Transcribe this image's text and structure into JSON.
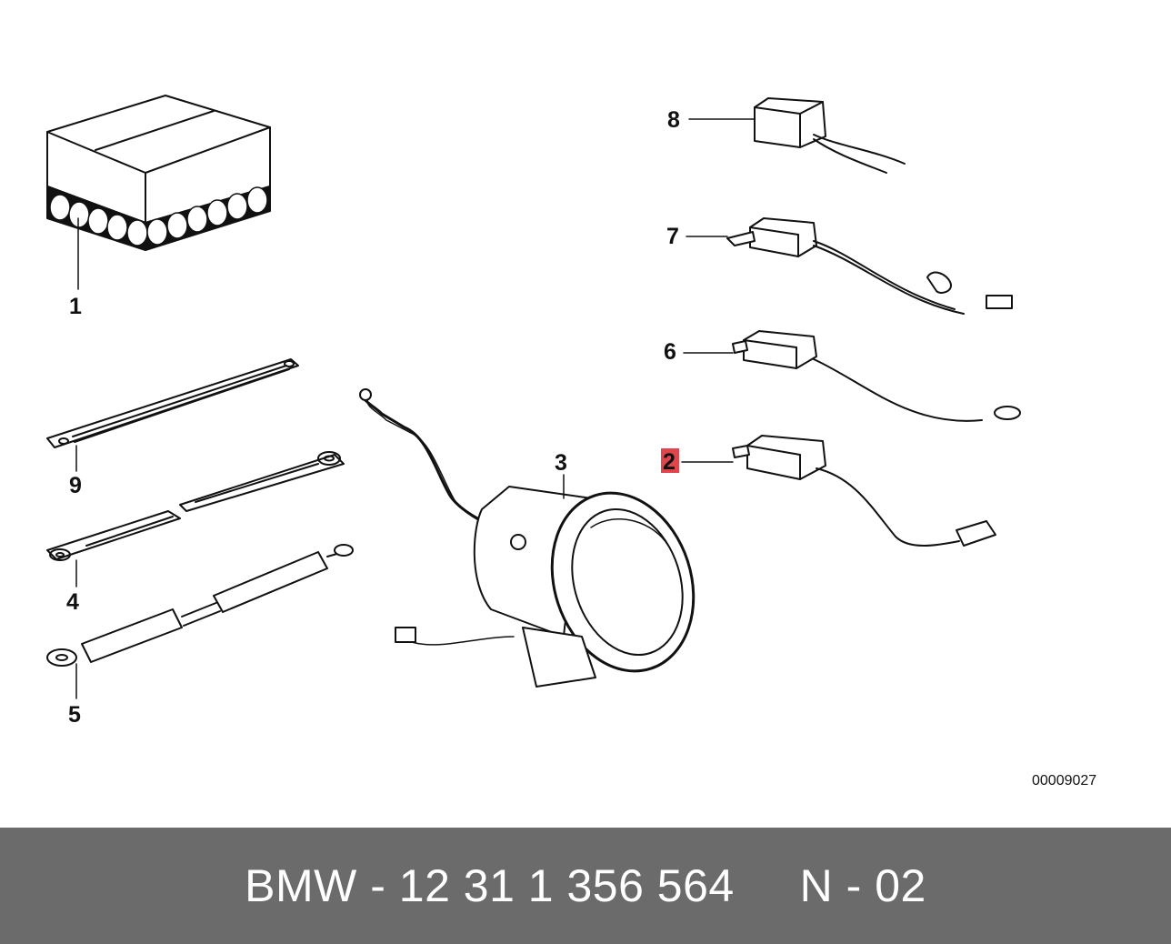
{
  "diagram": {
    "callouts": {
      "c1": "1",
      "c2": "2",
      "c3": "3",
      "c4": "4",
      "c5": "5",
      "c6": "6",
      "c7": "7",
      "c8": "8",
      "c9": "9"
    },
    "highlighted_callout": "2",
    "highlight_color": "#e0454b",
    "reference_code": "00009027"
  },
  "footer": {
    "text": "BMW - 12 31 1 356 564     N - 02",
    "background_color": "#6b6b6b"
  }
}
